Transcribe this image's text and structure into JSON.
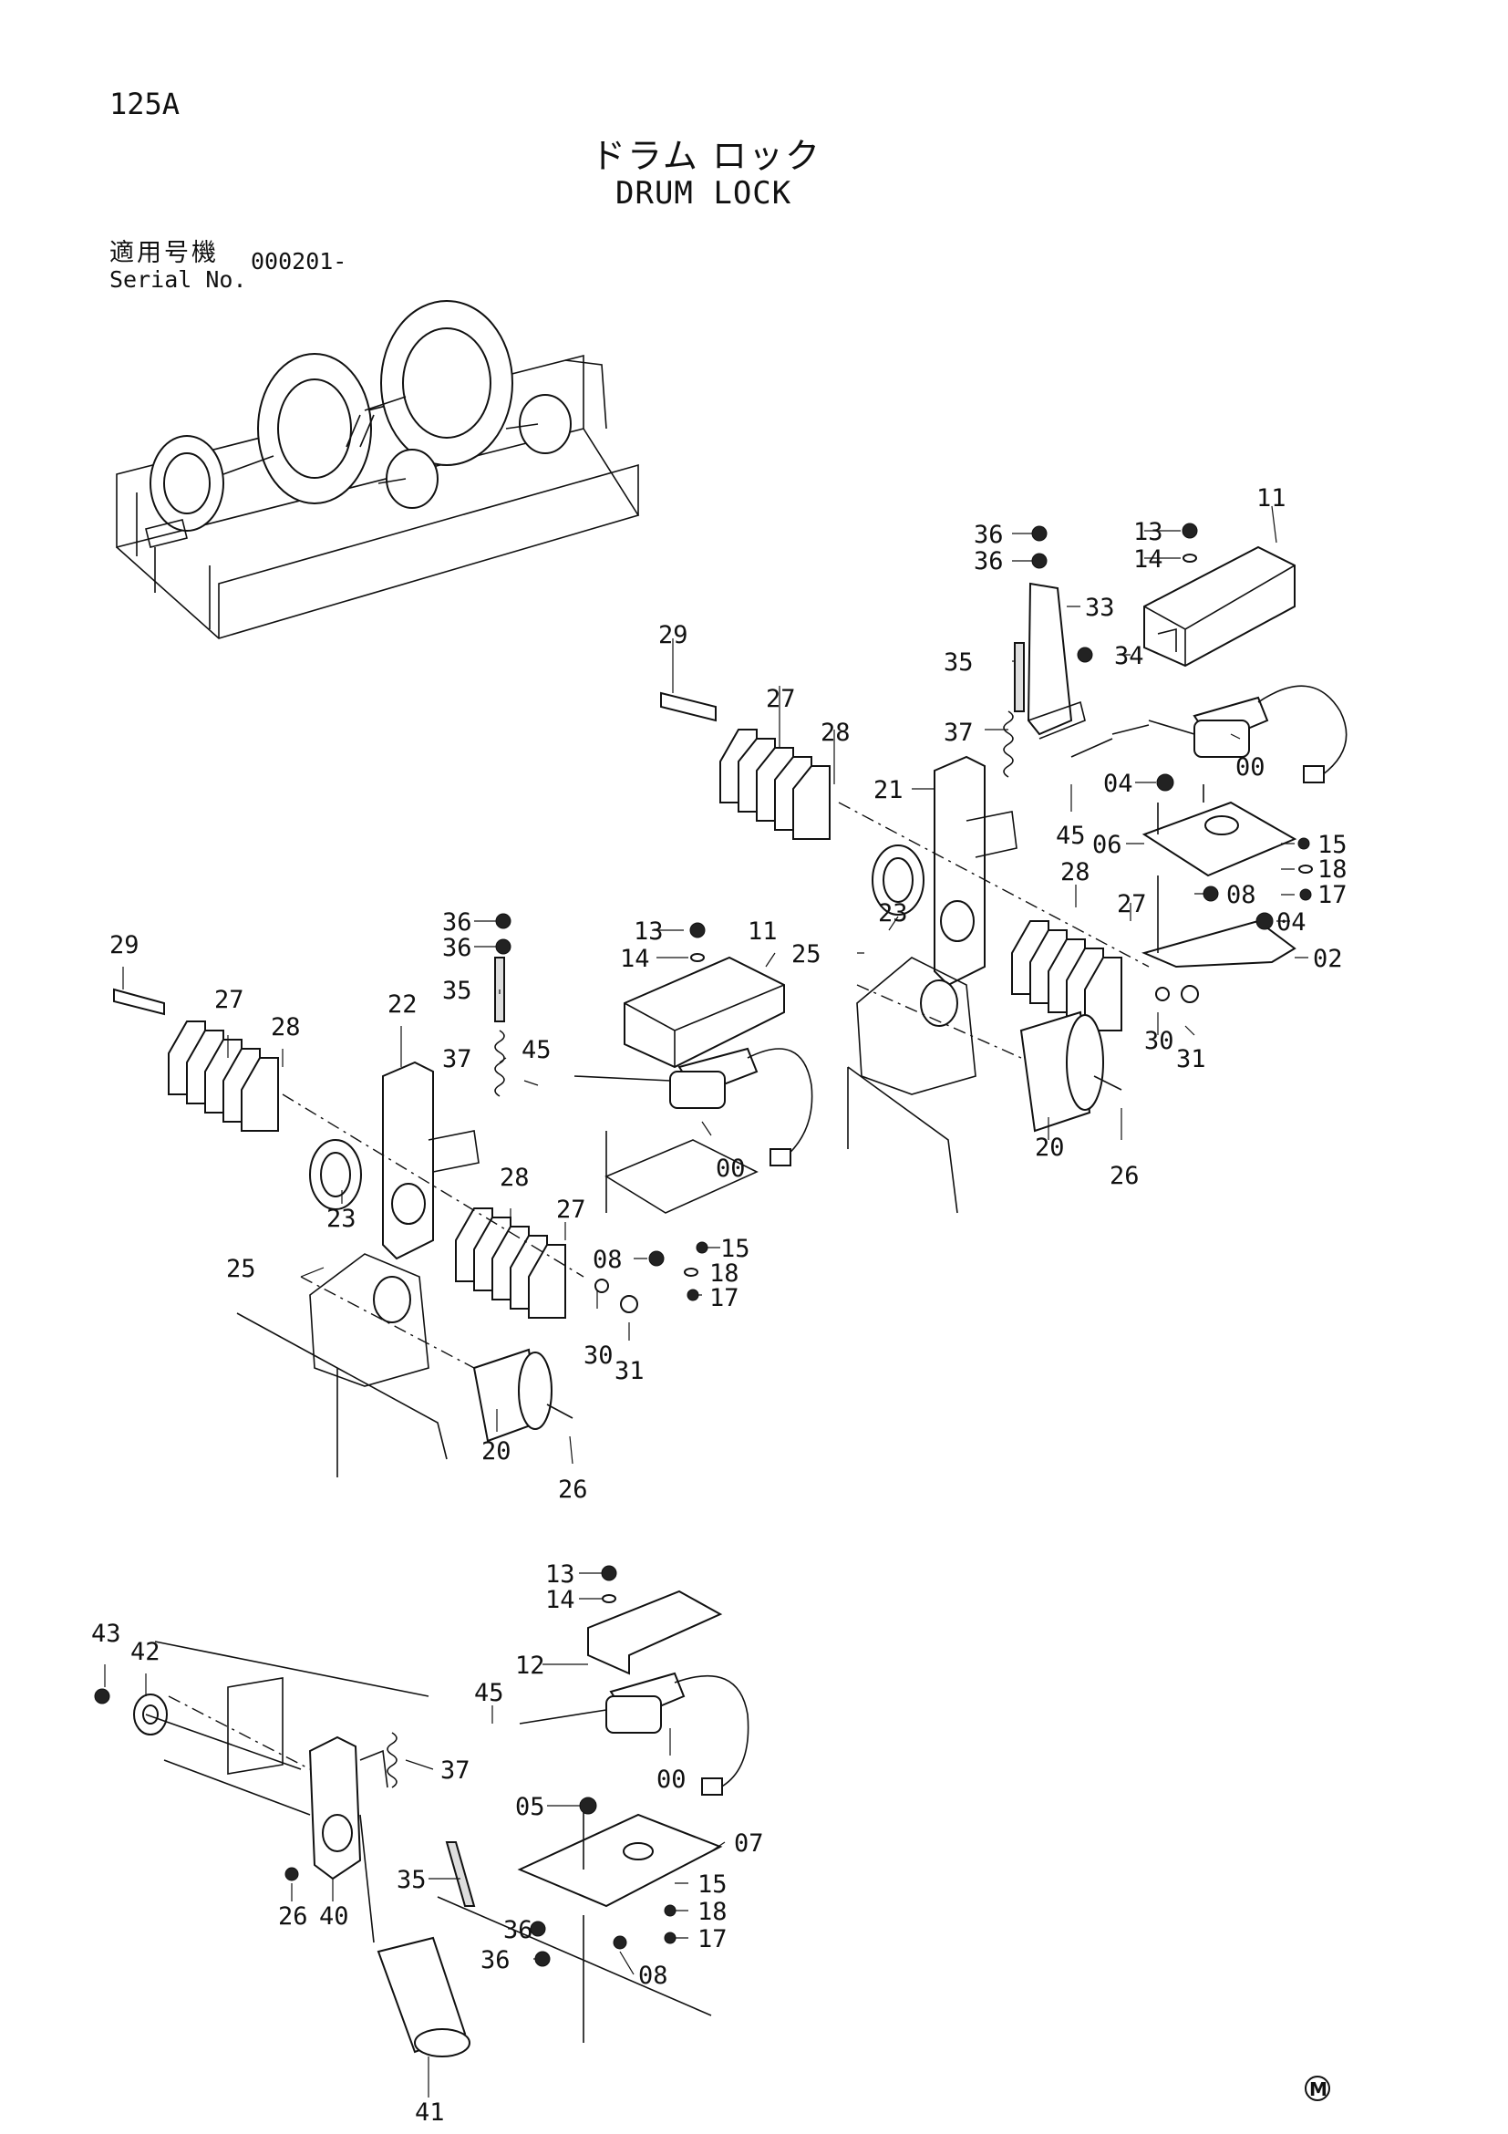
{
  "header": {
    "page_number": "125A",
    "title_jp": "ドラム ロック",
    "title_en": "DRUM LOCK",
    "serial_label_jp": "適用号機",
    "serial_label_en": "Serial No.",
    "serial_value": "000201-"
  },
  "footer": {
    "mark": "M"
  },
  "callouts": {
    "a1": "36",
    "a2": "36",
    "a3": "13",
    "a4": "14",
    "a5": "11",
    "a6": "33",
    "a7": "35",
    "a8": "34",
    "a9": "29",
    "a10": "27",
    "a11": "28",
    "a12": "37",
    "a13": "21",
    "a14": "00",
    "a15": "04",
    "a16": "45",
    "a17": "06",
    "a18": "15",
    "a19": "18",
    "a20": "17",
    "a21": "08",
    "a22": "28",
    "a23": "23",
    "a24": "27",
    "a25": "04",
    "a26": "25",
    "a27": "02",
    "a28": "30",
    "a29": "31",
    "a30": "20",
    "a31": "26",
    "b1": "36",
    "b2": "36",
    "b3": "13",
    "b4": "11",
    "b5": "14",
    "b6": "29",
    "b7": "35",
    "b8": "27",
    "b9": "22",
    "b10": "28",
    "b11": "37",
    "b12": "45",
    "b13": "00",
    "b14": "28",
    "b15": "23",
    "b16": "27",
    "b17": "08",
    "b18": "15",
    "b19": "18",
    "b20": "25",
    "b21": "17",
    "b22": "30",
    "b23": "31",
    "b24": "20",
    "b25": "26",
    "c1": "13",
    "c2": "14",
    "c3": "43",
    "c4": "42",
    "c5": "12",
    "c6": "45",
    "c7": "37",
    "c8": "00",
    "c9": "05",
    "c10": "07",
    "c11": "15",
    "c12": "35",
    "c13": "18",
    "c14": "26",
    "c15": "40",
    "c16": "36",
    "c17": "17",
    "c18": "36",
    "c19": "08",
    "c20": "41"
  }
}
